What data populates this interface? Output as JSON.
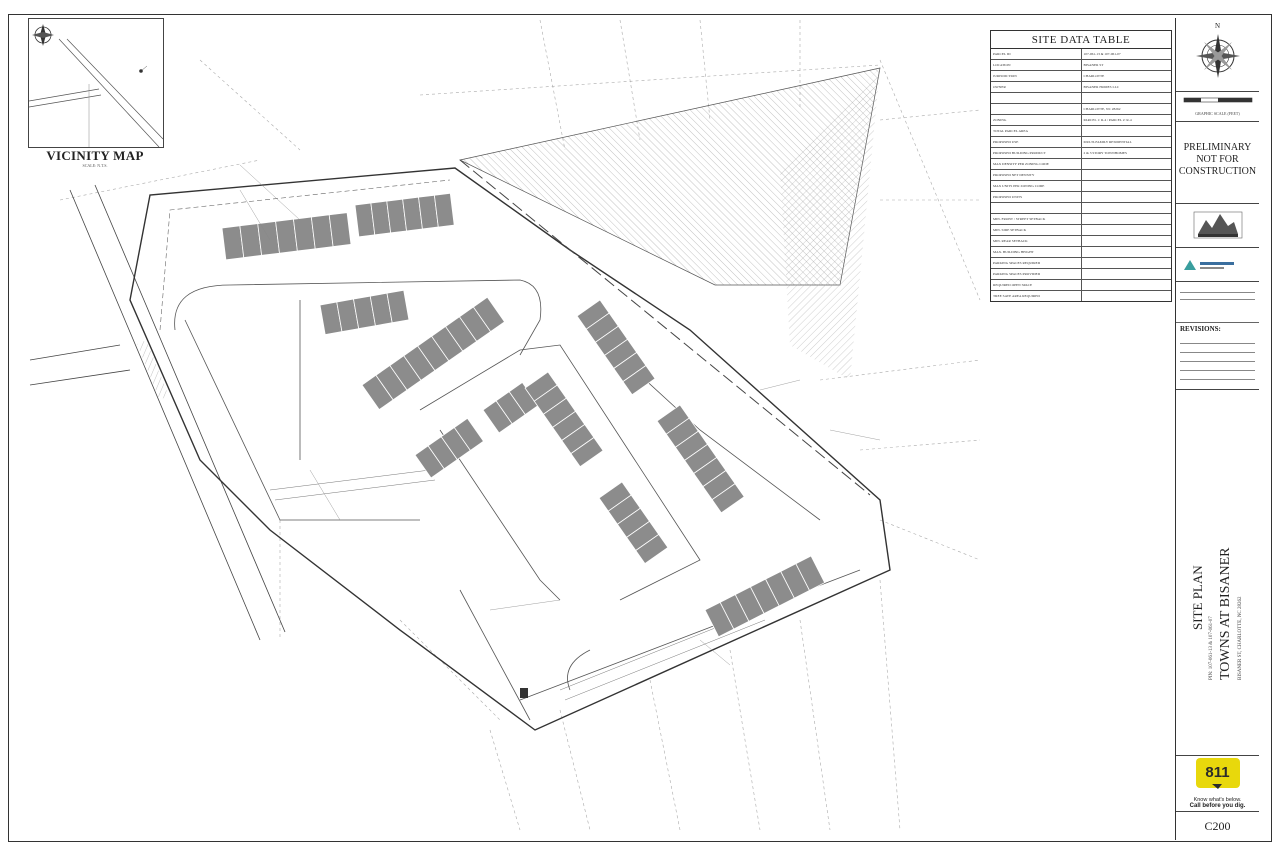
{
  "vicinity_map": {
    "title": "VICINITY MAP",
    "scale": "SCALE: N.T.S."
  },
  "site_data_table": {
    "title": "SITE DATA TABLE",
    "rows": [
      {
        "label": "PARCEL ID",
        "value": "107-061-13 & 107-061-07"
      },
      {
        "label": "LOCATION",
        "value": "BISANER ST"
      },
      {
        "label": "JURISDICTION",
        "value": "CHARLOTTE"
      },
      {
        "label": "OWNER",
        "value": "BISANER HOMES LLC"
      },
      {
        "label": "",
        "value": ""
      },
      {
        "label": "",
        "value": "CHARLOTTE, NC 28262"
      },
      {
        "label": "ZONING",
        "value": "PARCEL 1: R-4 / PARCEL 2: R-4"
      },
      {
        "label": "TOTAL PARCEL AREA",
        "value": ""
      },
      {
        "label": "PROPOSED USE",
        "value": "MULTI-FAMILY RESIDENTIAL"
      },
      {
        "label": "PROPOSED BUILDING PRODUCT",
        "value": "2 & 3 STORY TOWNHOMES"
      },
      {
        "label": "MAX DENSITY PER ZONING CODE",
        "value": ""
      },
      {
        "label": "PROPOSED NET DENSITY",
        "value": ""
      },
      {
        "label": "MAX UNITS PER ZONING CODE",
        "value": ""
      },
      {
        "label": "PROPOSED UNITS",
        "value": ""
      },
      {
        "label": "",
        "value": ""
      },
      {
        "label": "MIN. FRONT / STREET SETBACK",
        "value": ""
      },
      {
        "label": "MIN. SIDE SETBACK",
        "value": ""
      },
      {
        "label": "MIN. REAR SETBACK",
        "value": ""
      },
      {
        "label": "MAX. BUILDING HEIGHT",
        "value": ""
      },
      {
        "label": "PARKING SPACES REQUIRED",
        "value": ""
      },
      {
        "label": "PARKING SPACES PROVIDED",
        "value": ""
      },
      {
        "label": "REQUIRED OPEN SPACE",
        "value": ""
      },
      {
        "label": "TREE SAVE AREA REQUIRED",
        "value": ""
      }
    ]
  },
  "title_block": {
    "north_label": "N",
    "graphic_scale": "GRAPHIC SCALE (FEET)",
    "prelim_lines": [
      "PRELIMINARY",
      "NOT FOR",
      "CONSTRUCTION"
    ],
    "revisions_label": "REVISIONS:",
    "sheet_title": "SITE PLAN",
    "parcels_line": "PIN: 107-061-13 & 107-061-07",
    "project_name": "TOWNS AT BISANER",
    "address": "BISANER ST, CHARLOTTE, NC 28262",
    "sheet_number": "C200",
    "badge_number": "811",
    "badge_line1": "Know what's below.",
    "badge_line2": "Call before you dig."
  },
  "colors": {
    "line": "#333333",
    "building": "#8c8c8c",
    "hatch": "#9a9a9a"
  }
}
